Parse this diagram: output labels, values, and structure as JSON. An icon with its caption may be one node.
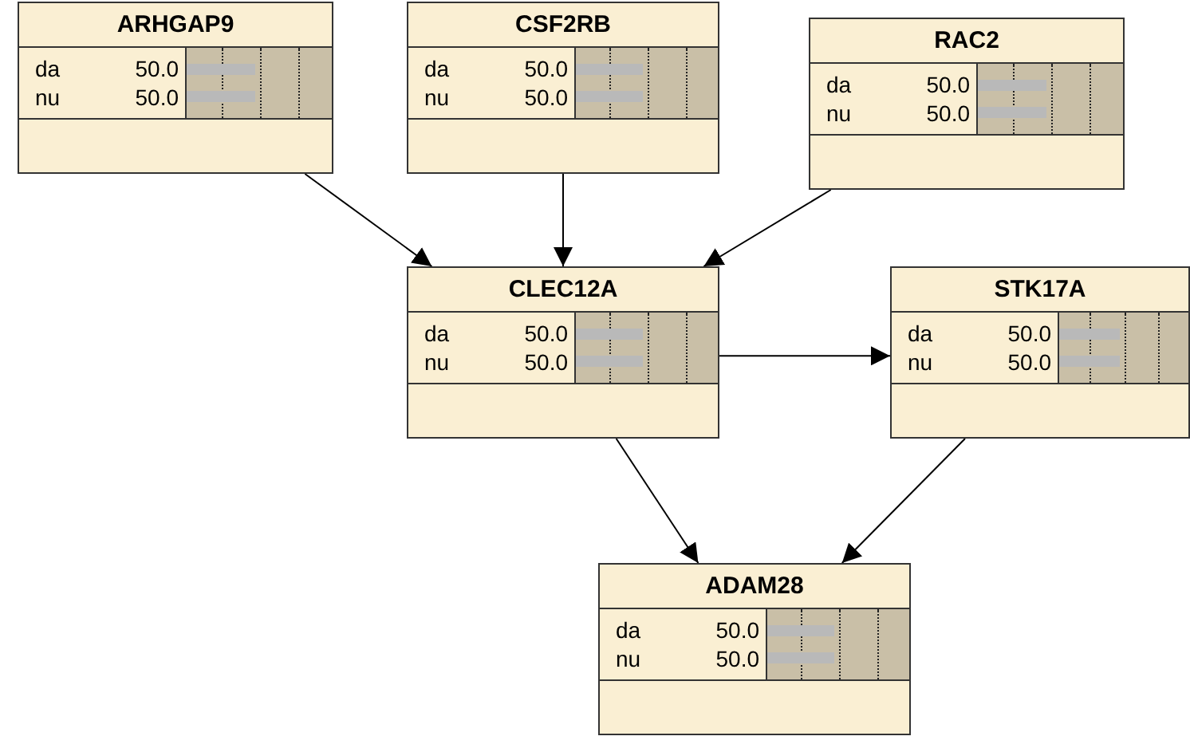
{
  "diagram": {
    "nodes": [
      {
        "text": [
          "ARHGAP9",
          "da",
          "50.0",
          "nu",
          "50.0"
        ]
      },
      {
        "text": [
          "CSF2RB",
          "da",
          "50.0",
          "nu",
          "50.0"
        ]
      },
      {
        "text": [
          "RAC2",
          "da",
          "50.0",
          "nu",
          "50.0"
        ]
      },
      {
        "text": [
          "CLEC12A",
          "da",
          "50.0",
          "nu",
          "50.0"
        ]
      },
      {
        "text": [
          "STK17A",
          "da",
          "50.0",
          "nu",
          "50.0"
        ]
      },
      {
        "text": [
          "ADAM28",
          "da",
          "50.0",
          "nu",
          "50.0"
        ]
      }
    ],
    "edges": [
      {
        "from": 0,
        "to": 3,
        "arrow": "to"
      },
      {
        "from": 1,
        "to": 3,
        "arrow": "to"
      },
      {
        "from": 2,
        "to": 3,
        "arrow": "to"
      },
      {
        "from": 3,
        "to": 4,
        "arrow": "to"
      },
      {
        "from": 3,
        "to": 5,
        "arrow": "to"
      },
      {
        "from": 4,
        "to": 5,
        "arrow": "to"
      }
    ]
  }
}
